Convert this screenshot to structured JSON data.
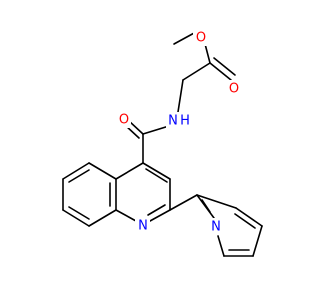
{
  "structure": {
    "colors": {
      "bond": "#000000",
      "oxygen": "#ff0000",
      "nitrogen": "#0000ff",
      "background": "#ffffff"
    },
    "atom_labels": {
      "ester_o_single": "O",
      "ester_o_double": "O",
      "amide_nh": "N",
      "amide_nh_h": "H",
      "amide_o": "O",
      "quinoline_n": "N",
      "pyridine_n": "N"
    }
  }
}
